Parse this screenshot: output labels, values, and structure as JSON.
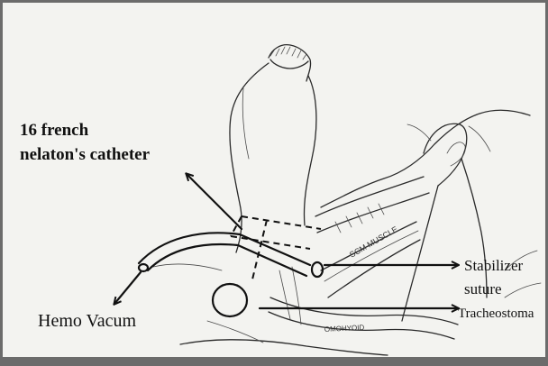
{
  "labels": {
    "catheter_line1": "16 french",
    "catheter_line2": "nelaton's catheter",
    "hemo_vacum": "Hemo Vacum",
    "stabilizer_line1": "Stabilizer",
    "stabilizer_line2": "suture",
    "tracheostoma": "Tracheostoma"
  },
  "sketch_text": {
    "scm_muscle": "SCM MUSCLE",
    "omohyoid": "OMOHYOID"
  },
  "colors": {
    "paper": "#f3f3f0",
    "ink": "#111111",
    "sketch": "#2a2a2a",
    "photo_border": "#6b6b6b"
  }
}
